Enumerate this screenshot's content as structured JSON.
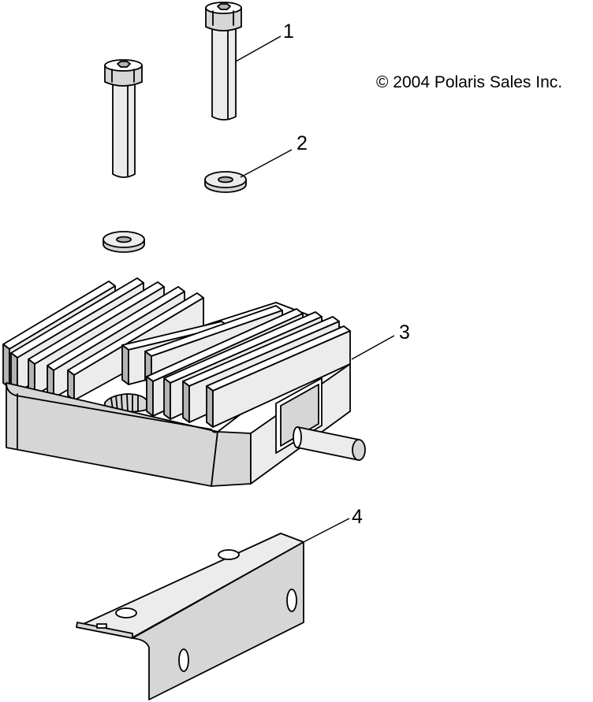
{
  "diagram": {
    "copyright": "© 2004 Polaris Sales Inc.",
    "callouts": [
      {
        "number": "1",
        "part": "socket-head-cap-screw"
      },
      {
        "number": "2",
        "part": "washer"
      },
      {
        "number": "3",
        "part": "voltage-regulator"
      },
      {
        "number": "4",
        "part": "mounting-bracket"
      }
    ]
  }
}
